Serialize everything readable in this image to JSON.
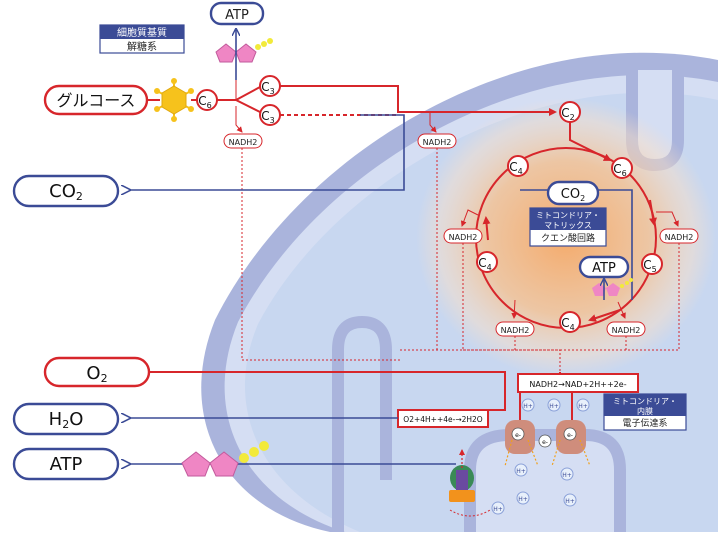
{
  "labels": {
    "glucose": "グルコース",
    "co2": "CO",
    "co2_sub": "2",
    "o2": "O",
    "o2_sub": "2",
    "h2o_h": "H",
    "h2o_sub": "2",
    "h2o_o": "O",
    "atp": "ATP"
  },
  "top": {
    "atp": "ATP",
    "box_title": "細胞質基質",
    "box_sub": "解糖系"
  },
  "carbons": {
    "c6": "C",
    "c6_sub": "6",
    "c3a": "C",
    "c3a_sub": "3",
    "c3b": "C",
    "c3b_sub": "3",
    "c2": "C",
    "c2_sub": "2",
    "cycle_c6": "C",
    "cycle_c6_sub": "6",
    "cycle_c5": "C",
    "cycle_c5_sub": "5",
    "cycle_c4_top": "C",
    "cycle_c4_top_sub": "4",
    "cycle_c4_left": "C",
    "cycle_c4_left_sub": "4",
    "cycle_c4_bottom": "C",
    "cycle_c4_bottom_sub": "4"
  },
  "nadh": "NADH2",
  "matrix": {
    "co2": "CO",
    "co2_sub": "2",
    "title_line1": "ミトコンドリア・",
    "title_line2": "マトリックス",
    "sub": "クエン酸回路",
    "atp": "ATP"
  },
  "inner": {
    "title_line1": "ミトコンドリア・",
    "title_line2": "内膜",
    "sub": "電子伝達系"
  },
  "equations": {
    "nadh": "NADH2→NAD+2H++2e-",
    "water": "O2+4H++4e-→2H2O"
  },
  "particles": {
    "e": "e-",
    "h": "H+"
  },
  "colors": {
    "red": "#d7262b",
    "blue": "#3b4b96",
    "membrane_outer": "#aab4dc",
    "membrane_inner": "#d5def3",
    "matrix": "#c8d7f0",
    "glow": "#f7b36b",
    "glucose": "#f6c21c",
    "atp_sugar": "#ef86c4",
    "phosphate": "#f2ea3a"
  }
}
